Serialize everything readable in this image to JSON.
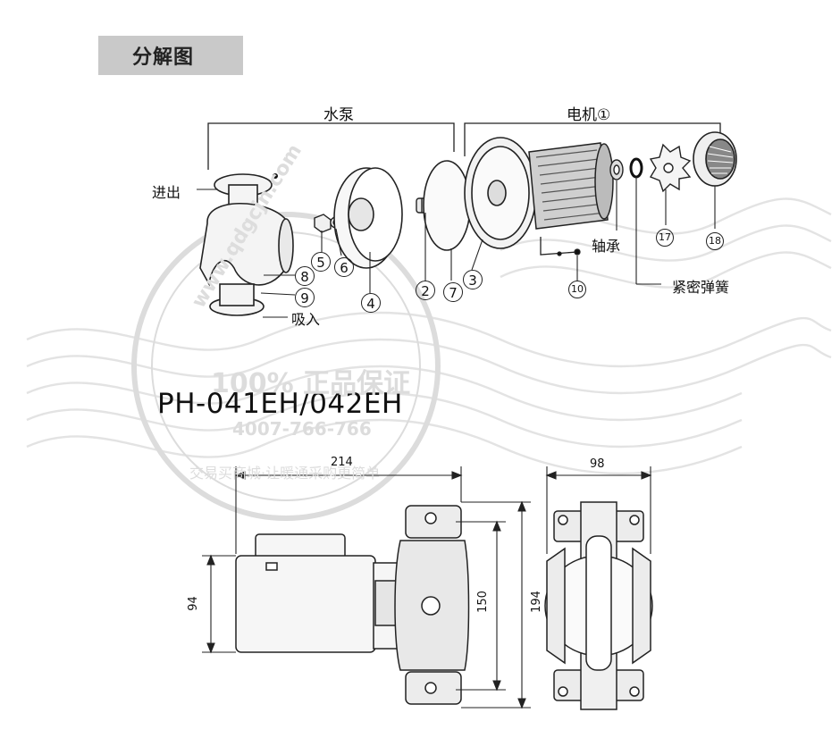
{
  "header": {
    "title": "分解图"
  },
  "groups": {
    "pump": "水泵",
    "motor": "电机①"
  },
  "labels": {
    "inout": "进出",
    "suction": "吸入",
    "bearing": "轴承",
    "seal_spring": "紧密弹簧"
  },
  "parts": [
    "2",
    "3",
    "4",
    "5",
    "6",
    "7",
    "8",
    "9",
    "10",
    "17",
    "18"
  ],
  "model": "PH-041EH/042EH",
  "dimensions": {
    "length": "214",
    "width": "98",
    "height_motor": "94",
    "height_flange": "150",
    "height_total": "194"
  },
  "watermark": {
    "site": "www.qdgcjn.com",
    "guarantee": "100% 正品保证",
    "phone": "4007-766-766",
    "slogan": "交易买商城·让暖通采购更简单"
  }
}
